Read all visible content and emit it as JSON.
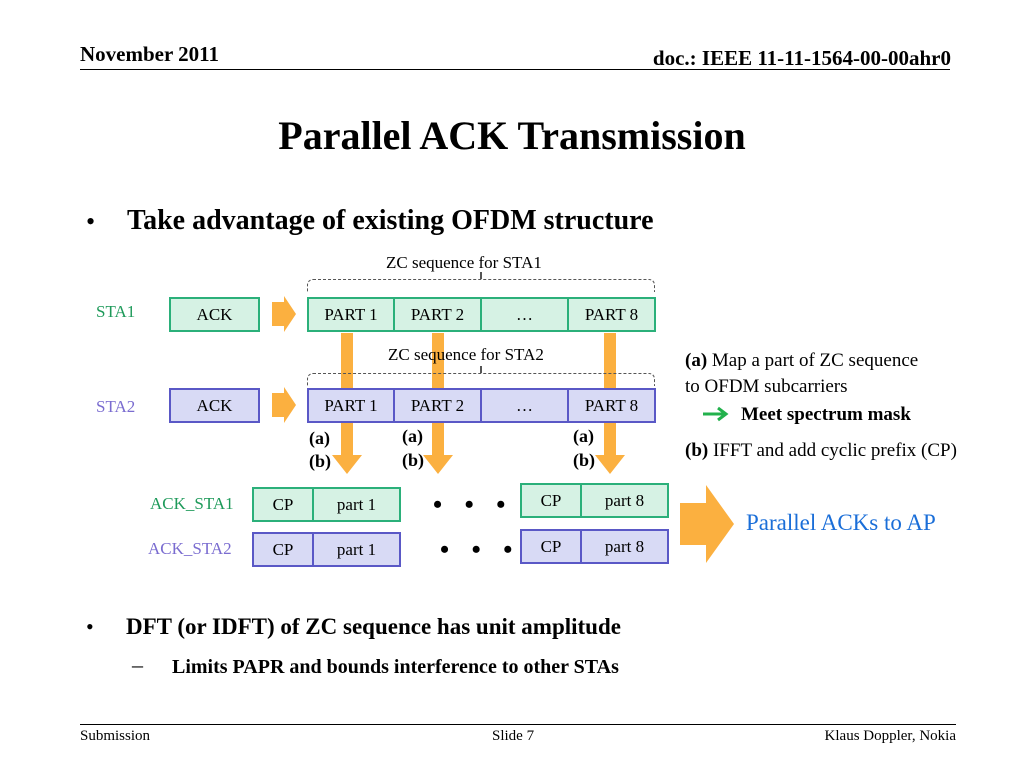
{
  "header": {
    "date": "November 2011",
    "doc_id": "doc.: IEEE 11-11-1564-00-00ahr0"
  },
  "title": "Parallel ACK Transmission",
  "bullets": {
    "main": "Take advantage of existing OFDM structure",
    "second": "DFT (or IDFT) of ZC sequence has unit amplitude",
    "sub": "Limits PAPR and bounds interference to other STAs"
  },
  "diagram": {
    "zc_sta1": "ZC sequence for STA1",
    "zc_sta2": "ZC sequence for STA2",
    "sta1": "STA1",
    "sta2": "STA2",
    "ack": "ACK",
    "parts": [
      "PART 1",
      "PART 2",
      "…",
      "PART 8"
    ],
    "ack_sta1": "ACK_STA1",
    "ack_sta2": "ACK_STA2",
    "cp": "CP",
    "part1": "part 1",
    "part8": "part 8",
    "a": "(a)",
    "b": "(b)",
    "dots": "• • •",
    "note_a_tag": "(a)",
    "note_a_line1": " Map a part of ZC sequence",
    "note_a_line2": "to OFDM subcarriers",
    "note_mask": "Meet spectrum mask",
    "note_b_tag": "(b)",
    "note_b_text": " IFFT and add cyclic prefix (CP)",
    "result": "Parallel ACKs to AP"
  },
  "footer": {
    "left": "Submission",
    "center": "Slide 7",
    "right": "Klaus Doppler, Nokia"
  },
  "colors": {
    "green": "#1e9a5a",
    "purple": "#7a6cd0",
    "orange": "#fbb040",
    "blue": "#1a6ed8"
  }
}
